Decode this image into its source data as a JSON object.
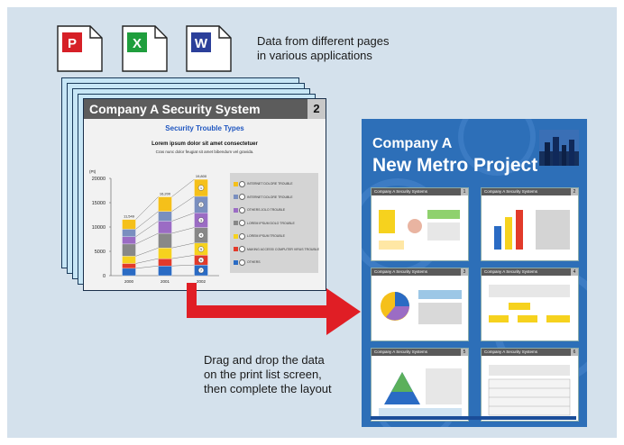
{
  "files": [
    {
      "letter": "P",
      "color": "#d62027"
    },
    {
      "letter": "X",
      "color": "#1f9e3d"
    },
    {
      "letter": "W",
      "color": "#2b3f9a"
    }
  ],
  "caption_top": {
    "line1": "Data from different pages",
    "line2": "in various applications"
  },
  "caption_bottom": {
    "line1": "Drag and drop the data",
    "line2": "on the print list screen,",
    "line3": "then complete the layout"
  },
  "slide": {
    "title": "Company A  Security System",
    "page_number": "2",
    "chart_heading": "Security Trouble Types",
    "subtitle": "Lorem ipsum dolor sit amet consectetuer",
    "subtitle2": "Cras nunc dolor feugiat sit amet bibendum vel gravida."
  },
  "chart_data": {
    "type": "bar",
    "stacked": true,
    "categories": [
      "2000",
      "2001",
      "2002"
    ],
    "ylabel": "(Pt)",
    "ylim": [
      0,
      20000
    ],
    "yticks": [
      "20000",
      "15000",
      "10000",
      "5000",
      "0"
    ],
    "totals_labels": [
      "11,549",
      "16,200",
      "19,800"
    ],
    "series": [
      {
        "name": "OTHERS",
        "color": "#2a6bc4",
        "values": [
          1500,
          2000,
          2200
        ]
      },
      {
        "name": "MAKING ACCESS/ COMPUTER VIRUS TROUBLE",
        "color": "#e23a2a",
        "values": [
          1000,
          1500,
          2000
        ]
      },
      {
        "name": "LOREM IPSUM TROUBLE",
        "color": "#f6d21e",
        "values": [
          1500,
          2200,
          2500
        ]
      },
      {
        "name": "LOREM IPSUM DOLO TROUBLE",
        "color": "#888888",
        "values": [
          2500,
          3000,
          3200
        ]
      },
      {
        "name": "OTHERS JOLO TROUBLE",
        "color": "#9b6cc4",
        "values": [
          1500,
          2500,
          3000
        ]
      },
      {
        "name": "INTERNET DOLORE TROUBLE",
        "color": "#7a8fbf",
        "values": [
          1549,
          2000,
          3400
        ]
      },
      {
        "name": "INTERNET DOLORE TROUBLE",
        "color": "#f5c01a",
        "values": [
          2000,
          3000,
          3500
        ]
      }
    ],
    "legend_order": [
      {
        "num": "1",
        "name": "INTERNET DOLORE TROUBLE",
        "color": "#f5c01a"
      },
      {
        "num": "2",
        "name": "INTERNET DOLORE TROUBLE",
        "color": "#7a8fbf"
      },
      {
        "num": "3",
        "name": "OTHERS JOLO TROUBLE",
        "color": "#9b6cc4"
      },
      {
        "num": "4",
        "name": "LOREM IPSUM DOLO TROUBLE",
        "color": "#888888"
      },
      {
        "num": "5",
        "name": "LOREM IPSUM TROUBLE",
        "color": "#f6d21e"
      },
      {
        "num": "6",
        "name": "MAKING ACCESS/ COMPUTER VIRUS TROUBLE",
        "color": "#e23a2a"
      },
      {
        "num": "7",
        "name": "OTHERS",
        "color": "#2a6bc4"
      }
    ]
  },
  "poster": {
    "title_line1": "Company A",
    "title_line2": "New Metro Project",
    "thumb_title": "Company A Security Systems",
    "thumbs": [
      "1",
      "2",
      "3",
      "4",
      "5",
      "6"
    ]
  }
}
